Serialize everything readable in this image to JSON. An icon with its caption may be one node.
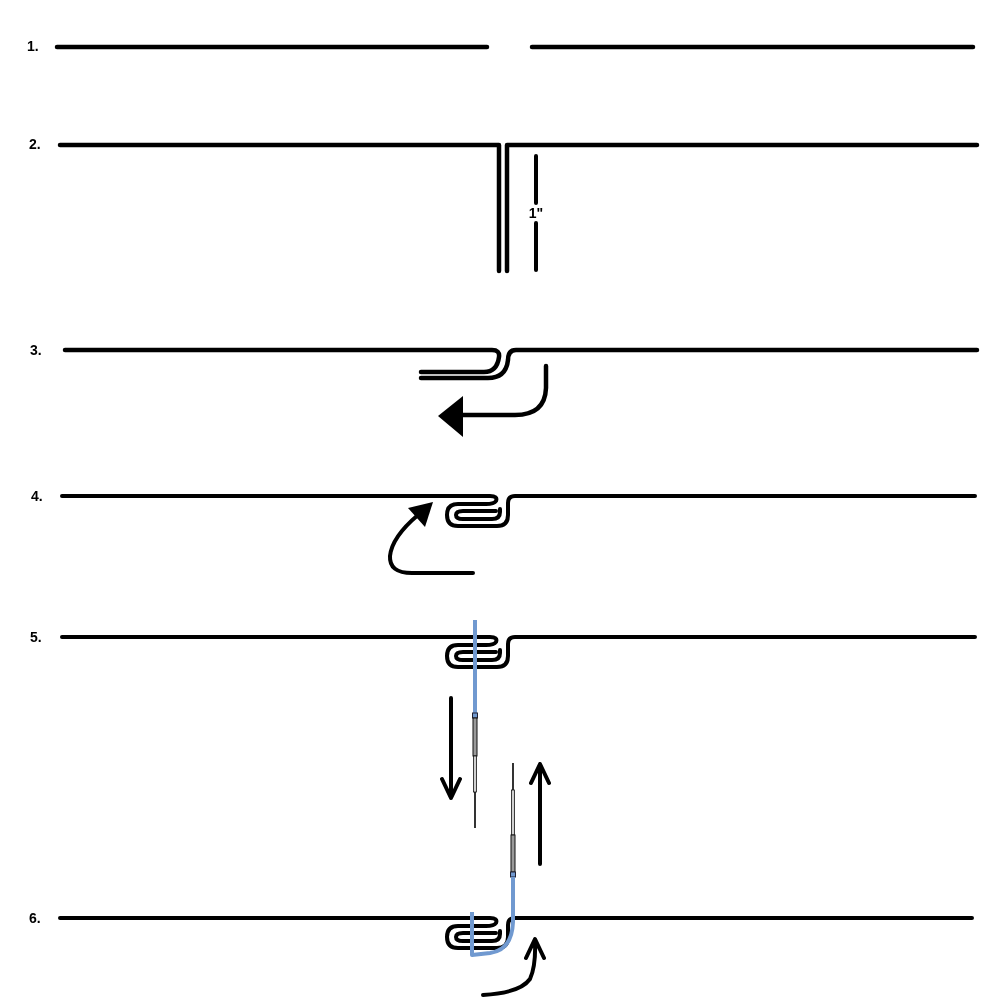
{
  "diagram": {
    "labels": [
      "1.",
      "2.",
      "1\"",
      "3.",
      "4.",
      "5.",
      "6."
    ]
  }
}
